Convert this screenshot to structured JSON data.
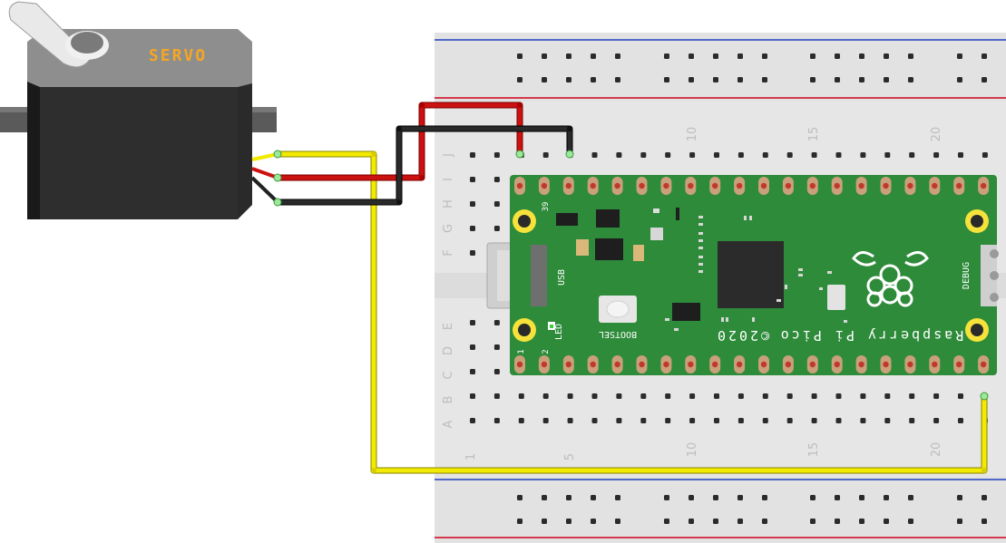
{
  "servo": {
    "label": "SERVO",
    "body_color": "#2a2a2a",
    "label_color": "#f5a623"
  },
  "breadboard": {
    "column_labels": [
      "1",
      "5",
      "10",
      "15",
      "20"
    ],
    "row_labels_top": [
      "J",
      "I",
      "H",
      "G",
      "F"
    ],
    "row_labels_bottom": [
      "E",
      "D",
      "C",
      "B",
      "A"
    ],
    "rail_colors": {
      "positive": "#d0021b",
      "negative": "#1f3fbf"
    }
  },
  "pico": {
    "board_color": "#2e8b3a",
    "model_label": "Raspberry Pi Pico",
    "year_label": "©2020",
    "usb_label": "USB",
    "bootsel_label": "BOOTSEL",
    "led_label": "LED",
    "debug_label": "DEBUG",
    "pin_numbers": {
      "top_left": "39",
      "bottom_left_1": "1",
      "bottom_left_2": "2"
    },
    "logo": "raspberry-logo"
  },
  "wires": {
    "signal_color": "#f2ea00",
    "power_color": "#cc1111",
    "ground_color": "#222222"
  }
}
